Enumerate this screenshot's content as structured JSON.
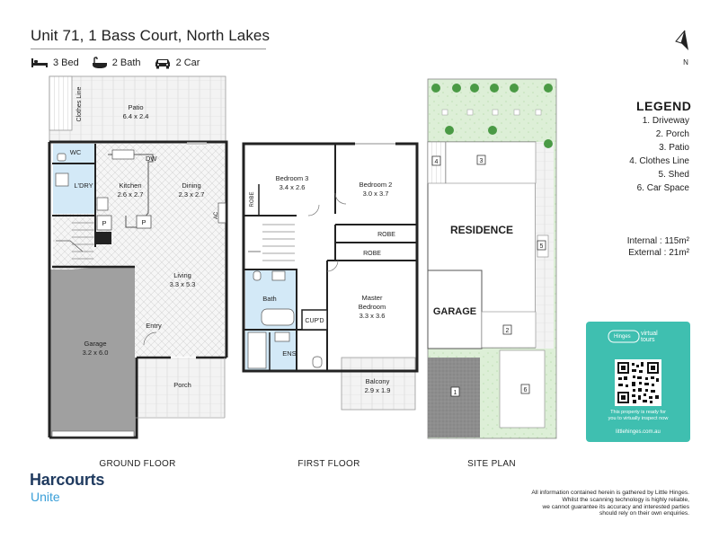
{
  "header": {
    "title": "Unit 71, 1 Bass Court, North Lakes",
    "specs": [
      {
        "icon": "bed-icon",
        "label": "3 Bed"
      },
      {
        "icon": "bath-icon",
        "label": "2 Bath"
      },
      {
        "icon": "car-icon",
        "label": "2 Car"
      }
    ]
  },
  "compass": {
    "label": "N"
  },
  "legend": {
    "title": "LEGEND",
    "items": [
      "1. Driveway",
      "2. Porch",
      "3. Patio",
      "4. Clothes Line",
      "5. Shed",
      "6. Car Space"
    ]
  },
  "areas": {
    "internal": "Internal  : 115m²",
    "external": "External :   21m²"
  },
  "ground": {
    "label": "GROUND FLOOR",
    "clothes_line": "Clothes Line",
    "patio": {
      "name": "Patio",
      "size": "6.4 x 2.4"
    },
    "wc": "WC",
    "dw": "DW",
    "laundry": "L'DRY",
    "kitchen": {
      "name": "Kitchen",
      "size": "2.6 x 2.7"
    },
    "dining": {
      "name": "Dining",
      "size": "2.3 x 2.7"
    },
    "ac": "AC",
    "pantry": "P",
    "living": {
      "name": "Living",
      "size": "3.3 x 5.3"
    },
    "garage": {
      "name": "Garage",
      "size": "3.2 x 6.0"
    },
    "entry": "Entry",
    "porch": "Porch"
  },
  "first": {
    "label": "FIRST FLOOR",
    "bed3": {
      "name": "Bedroom 3",
      "size": "3.4 x 2.6"
    },
    "bed2": {
      "name": "Bedroom 2",
      "size": "3.0 x 3.7"
    },
    "robe": "ROBE",
    "master": {
      "name": "Master",
      "name2": "Bedroom",
      "size": "3.3 x 3.6"
    },
    "bath": "Bath",
    "cupd": "CUP'D",
    "ens": "ENS",
    "balcony": {
      "name": "Balcony",
      "size": "2.9 x 1.9"
    }
  },
  "site": {
    "label": "SITE PLAN",
    "residence": "RESIDENCE",
    "garage": "GARAGE",
    "markers": [
      "1",
      "2",
      "3",
      "4",
      "5",
      "6"
    ]
  },
  "virtual_tour": {
    "brand": "Hinges",
    "brand2": "virtual",
    "brand3": "tours",
    "text1": "This property is ready for",
    "text2": "you to virtually inspect now",
    "url": "littlehinges.com.au"
  },
  "disclaimer": [
    "All information contained herein is gathered by Little Hinges.",
    "Whilst the scanning technology is highly reliable,",
    "we cannot guarantee its accuracy and interested parties",
    "should rely on their own enquiries."
  ],
  "logo": {
    "name": "Harcourts",
    "sub": "Unite"
  },
  "colors": {
    "accent": "#3fbfb0",
    "brand": "#1f3a5f",
    "brand_light": "#3a9fd8",
    "garage_fill": "#a0a0a0",
    "wet_fill": "#d3e9f7"
  }
}
